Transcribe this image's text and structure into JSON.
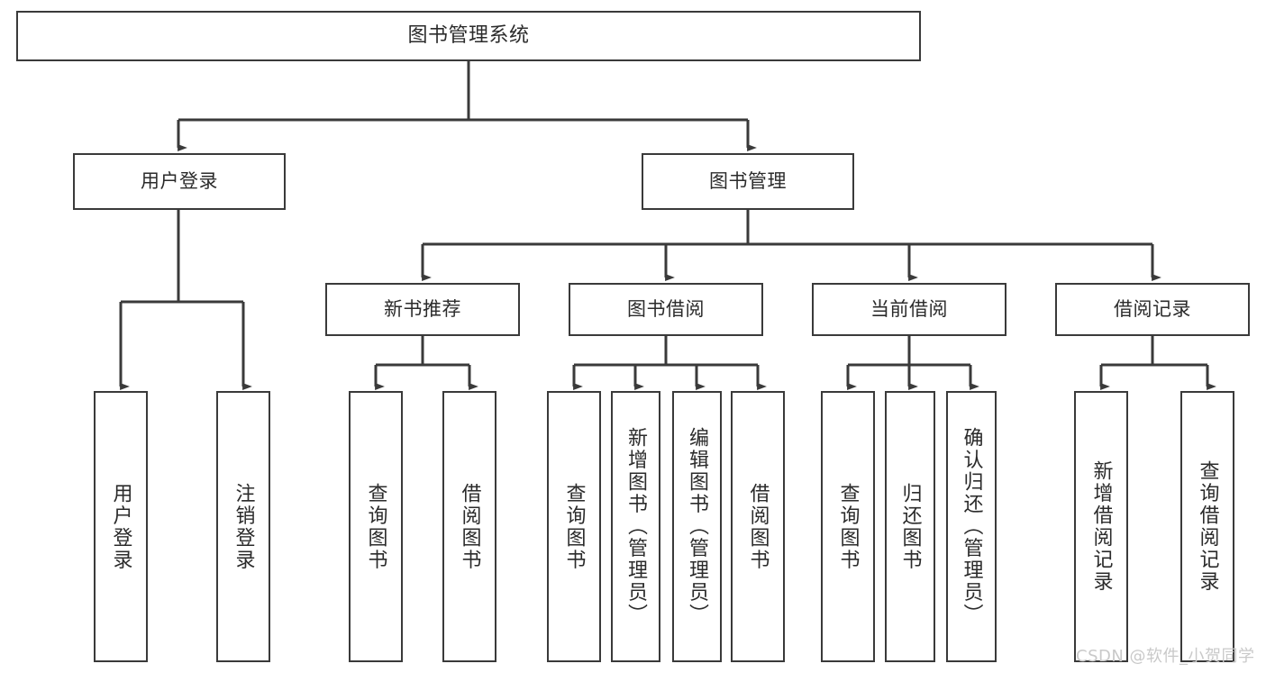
{
  "diagram": {
    "title": "图书管理系统",
    "type": "tree-hierarchy",
    "colors": {
      "stroke": "#3a3a3a",
      "text": "#2b2b2b",
      "background": "#ffffff",
      "watermark": "#c9c9c9"
    },
    "levels": {
      "root": {
        "label": "图书管理系统"
      },
      "level2": [
        {
          "id": "user-login",
          "label": "用户登录"
        },
        {
          "id": "book-management",
          "label": "图书管理"
        }
      ],
      "level3": [
        {
          "id": "new-book-recommend",
          "label": "新书推荐"
        },
        {
          "id": "book-borrow",
          "label": "图书借阅"
        },
        {
          "id": "current-borrow",
          "label": "当前借阅"
        },
        {
          "id": "borrow-record",
          "label": "借阅记录"
        }
      ],
      "leaves": [
        {
          "id": "leaf-user-login",
          "label": "用户登录",
          "parent": "user-login"
        },
        {
          "id": "leaf-logout",
          "label": "注销登录",
          "parent": "user-login"
        },
        {
          "id": "leaf-query-book-1",
          "label": "查询图书",
          "parent": "new-book-recommend"
        },
        {
          "id": "leaf-borrow-book-1",
          "label": "借阅图书",
          "parent": "new-book-recommend"
        },
        {
          "id": "leaf-query-book-2",
          "label": "查询图书",
          "parent": "book-borrow"
        },
        {
          "id": "leaf-add-book",
          "label": "新增图书（管理员）",
          "parent": "book-borrow"
        },
        {
          "id": "leaf-edit-book",
          "label": "编辑图书（管理员）",
          "parent": "book-borrow"
        },
        {
          "id": "leaf-borrow-book-2",
          "label": "借阅图书",
          "parent": "book-borrow"
        },
        {
          "id": "leaf-query-book-3",
          "label": "查询图书",
          "parent": "current-borrow"
        },
        {
          "id": "leaf-return-book",
          "label": "归还图书",
          "parent": "current-borrow"
        },
        {
          "id": "leaf-confirm-return",
          "label": "确认归还（管理员）",
          "parent": "current-borrow"
        },
        {
          "id": "leaf-add-record",
          "label": "新增借阅记录",
          "parent": "borrow-record"
        },
        {
          "id": "leaf-query-record",
          "label": "查询借阅记录",
          "parent": "borrow-record"
        }
      ]
    },
    "watermark": "CSDN @软件_小贺同学"
  }
}
